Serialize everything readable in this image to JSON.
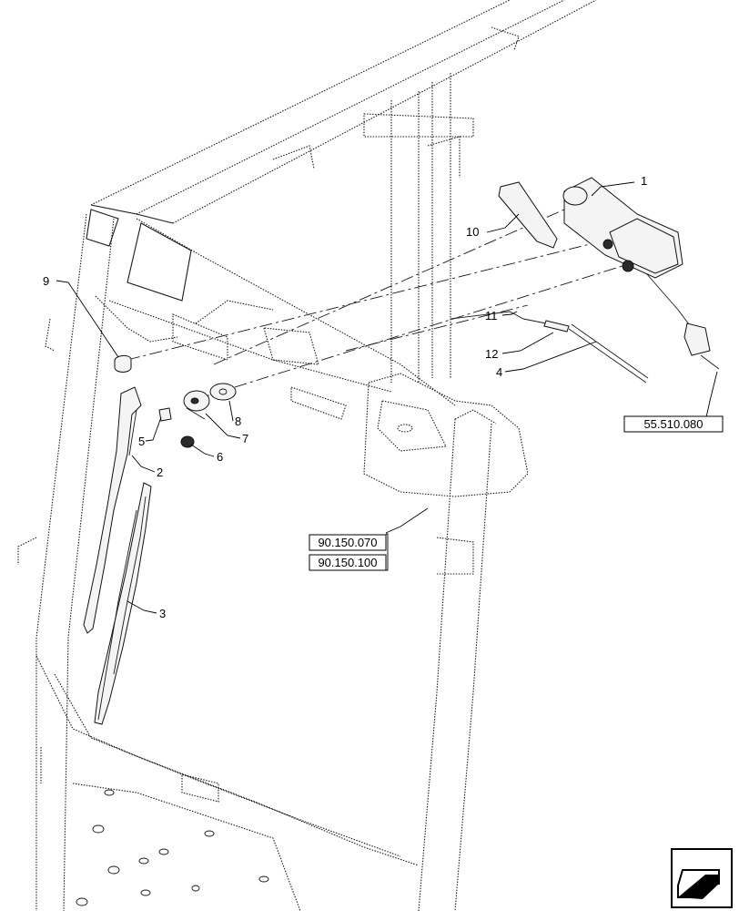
{
  "callouts": {
    "c1": "1",
    "c2": "2",
    "c3": "3",
    "c4": "4",
    "c5": "5",
    "c6": "6",
    "c7": "7",
    "c8": "8",
    "c9": "9",
    "c10": "10",
    "c11": "11",
    "c12": "12"
  },
  "references": {
    "harness_ref": "55.510.080",
    "cab_ref_1": "90.150.070",
    "cab_ref_2": "90.150.100"
  },
  "nav": {
    "icon": "back-arrow-icon"
  }
}
